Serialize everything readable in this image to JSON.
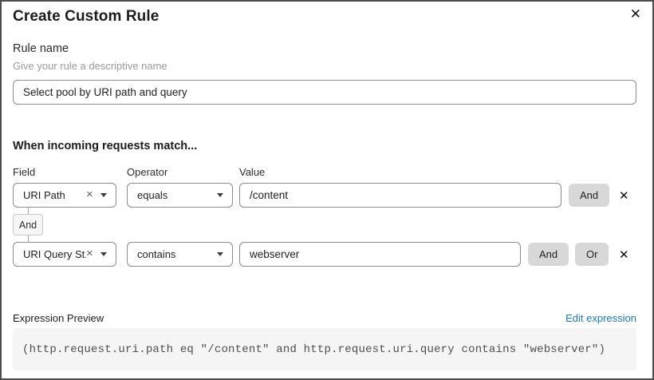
{
  "dialog": {
    "title": "Create Custom Rule",
    "close_icon": "✕"
  },
  "rule_name": {
    "label": "Rule name",
    "hint": "Give your rule a descriptive name",
    "value": "Select pool by URI path and query"
  },
  "match_section": {
    "heading": "When incoming requests match...",
    "columns": {
      "field": "Field",
      "operator": "Operator",
      "value": "Value"
    },
    "connector_label": "And",
    "rows": [
      {
        "field": "URI Path",
        "operator": "equals",
        "value": "/content",
        "buttons": [
          "And"
        ],
        "remove_icon": "✕",
        "clear_icon": "✕"
      },
      {
        "field": "URI Query St...",
        "operator": "contains",
        "value": "webserver",
        "buttons": [
          "And",
          "Or"
        ],
        "remove_icon": "✕",
        "clear_icon": "✕"
      }
    ]
  },
  "expression": {
    "label": "Expression Preview",
    "edit_link": "Edit expression",
    "preview": "(http.request.uri.path eq \"/content\" and http.request.uri.query contains \"webserver\")"
  },
  "colors": {
    "link_blue": "#1e79be",
    "button_grey": "#d8d8d8",
    "border_grey": "#8c8c8c",
    "code_bg": "#f5f5f5"
  }
}
